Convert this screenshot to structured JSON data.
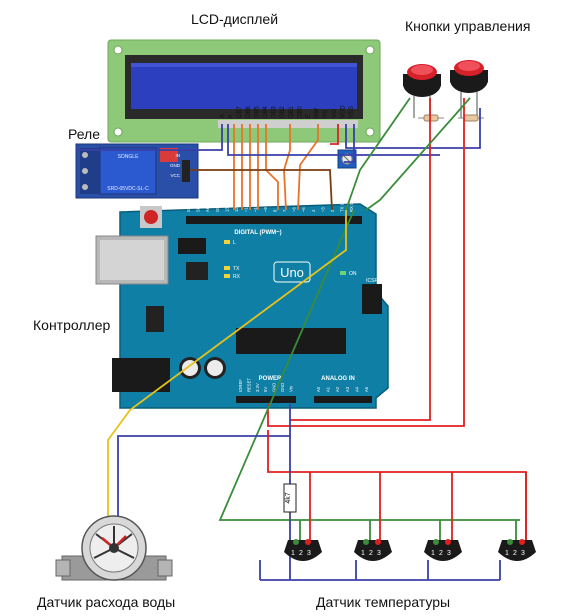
{
  "labels": {
    "lcd": "LCD-дисплей",
    "buttons": "Кнопки управления",
    "relay": "Реле",
    "controller": "Контроллер",
    "flow_sensor": "Датчик расхода воды",
    "temp_sensor": "Датчик температуры"
  },
  "lcd_pins": [
    "A",
    "K",
    "DB7",
    "DB6",
    "DB5",
    "DB4",
    "DB3",
    "DB2",
    "DB1",
    "DB0",
    "E",
    "RW",
    "RS",
    "VO",
    "VDD",
    "VSS"
  ],
  "relay": {
    "brand": "SONGLE",
    "model": "SRD-05VDC-SL-C",
    "pins": [
      "IN",
      "GND",
      "VCC"
    ]
  },
  "arduino": {
    "name": "Uno",
    "digital_label": "DIGITAL (PWM~)",
    "power_label": "POWER",
    "analog_label": "ANALOG IN",
    "header_top": [
      "SCL",
      "SDA",
      "AREF",
      "GND",
      "13",
      "12",
      "~11",
      "~10",
      "~9",
      "8",
      "7",
      "~6",
      "~5",
      "4",
      "~3",
      "2",
      "TX 1",
      "RX 0"
    ],
    "header_power": [
      "IOREF",
      "RESET",
      "3.3V",
      "5V",
      "GND",
      "GND",
      "Vin"
    ],
    "header_analog": [
      "A0",
      "A1",
      "A2",
      "A3",
      "A4",
      "A5"
    ],
    "led_labels": [
      "L",
      "TX",
      "RX",
      "ON"
    ],
    "icsp_label": "ICSP"
  },
  "resistor_label": "4k7",
  "ds18b20_pins": [
    "1",
    "2",
    "3"
  ],
  "colors": {
    "red_wire": "#e02020",
    "blue_wire": "#3b3fa8",
    "green_wire": "#3a8c3a",
    "orange_wire": "#e8732a",
    "yellow_wire": "#e6c21a",
    "brown_wire": "#7a3b10",
    "board": "#0f7fa6",
    "lcd_screen": "#2b3fbf",
    "lcd_pcb": "#8ec97a"
  }
}
